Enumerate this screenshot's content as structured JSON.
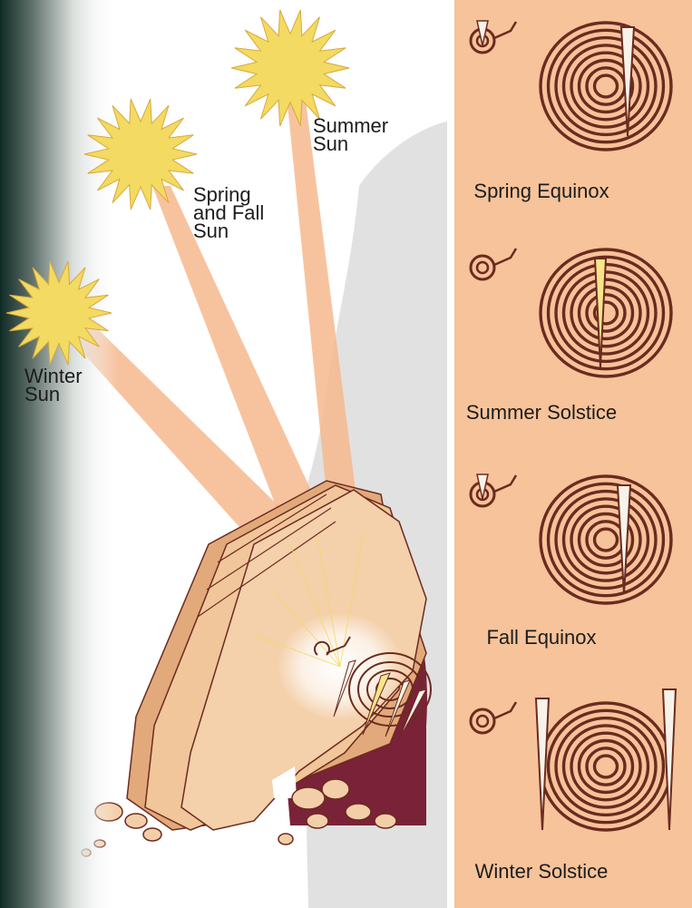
{
  "suns": {
    "winter": "Winter\nSun",
    "spring_fall": "Spring\nand Fall\nSun",
    "summer": "Summer\nSun"
  },
  "panels": [
    {
      "label": "Spring Equinox"
    },
    {
      "label": "Summer Solstice"
    },
    {
      "label": "Fall Equinox"
    },
    {
      "label": "Winter Solstice"
    }
  ],
  "colors": {
    "panel_bg": "#f7c39a",
    "rock": "#f1c69b",
    "rock_shadow": "#e2a97a",
    "carving": "#6b2b1f",
    "sun": "#f3da62",
    "beam": "#f6b98e",
    "dagger_light": "#f8e58a",
    "cave": "#7a2238"
  }
}
